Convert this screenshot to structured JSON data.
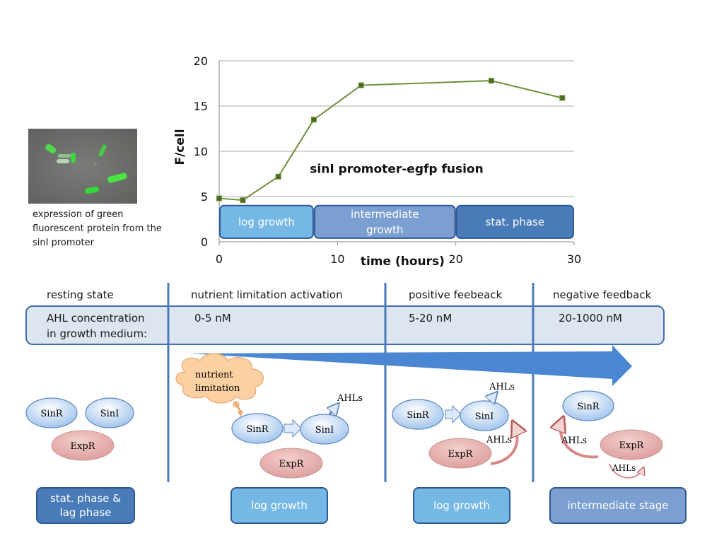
{
  "chart_data": {
    "type": "line",
    "title": "",
    "annotation": "sinI promoter-egfp fusion",
    "xlabel": "time (hours)",
    "ylabel": "F/cell",
    "xlim": [
      0,
      30
    ],
    "ylim": [
      0,
      20
    ],
    "x_ticks": [
      0,
      10,
      20,
      30
    ],
    "y_ticks": [
      0,
      5,
      10,
      15,
      20
    ],
    "grid": "horizontal",
    "color": "#6f8f3a",
    "x": [
      0,
      2,
      5,
      8,
      12,
      23,
      29
    ],
    "y": [
      4.8,
      4.6,
      7.2,
      13.5,
      17.3,
      17.8,
      15.9
    ],
    "phase_boxes": [
      {
        "label": "log growth",
        "x0": 0,
        "x1": 8,
        "color": "#75b8e6"
      },
      {
        "label": "intermediate growth",
        "x0": 8,
        "x1": 20,
        "color": "#7b9fd0"
      },
      {
        "label": "stat. phase",
        "x0": 20,
        "x1": 30,
        "color": "#4a7bb9"
      }
    ]
  },
  "micrograph_caption": "expression of green fluorescent protein from the sinI promoter",
  "phases": [
    {
      "title": "resting state"
    },
    {
      "title": "nutrient limitation activation"
    },
    {
      "title": "positive feebeack"
    },
    {
      "title": "negative feedback"
    }
  ],
  "concentration": {
    "label_line1": "AHL concentration",
    "label_line2": "in growth medium:",
    "values": [
      "0-5 nM",
      "5-20 nM",
      "20-1000 nM"
    ]
  },
  "diagrams": {
    "resting": {
      "sinr": "SinR",
      "sini": "SinI",
      "expr": "ExpR"
    },
    "nutrient": {
      "cloud_line1": "nutrient",
      "cloud_line2": "limitation",
      "sinr": "SinR",
      "sini": "SinI",
      "ahls": "AHLs",
      "expr": "ExpR"
    },
    "positive": {
      "sinr": "SinR",
      "sini": "SinI",
      "ahls_top": "AHLs",
      "expr": "ExpR",
      "ahls_loop": "AHLs"
    },
    "negative": {
      "sinr": "SinR",
      "expr": "ExpR",
      "ahls_left": "AHLs",
      "ahls_bottom": "AHLs"
    }
  },
  "bottom_boxes": [
    {
      "line1": "stat. phase &",
      "line2": "lag phase",
      "color": "#4a7bb9"
    },
    {
      "line1": "log growth",
      "color": "#75b8e6"
    },
    {
      "line1": "log growth",
      "color": "#75b8e6"
    },
    {
      "line1": "intermediate  stage",
      "color": "#7b9fd0"
    }
  ],
  "colors": {
    "divider": "#4a7bb9",
    "arrow": "#4a86d1",
    "sin_fill": "#b9d3f1",
    "expr_fill": "#e6aaa8",
    "cloud": "#fbd0a3"
  }
}
